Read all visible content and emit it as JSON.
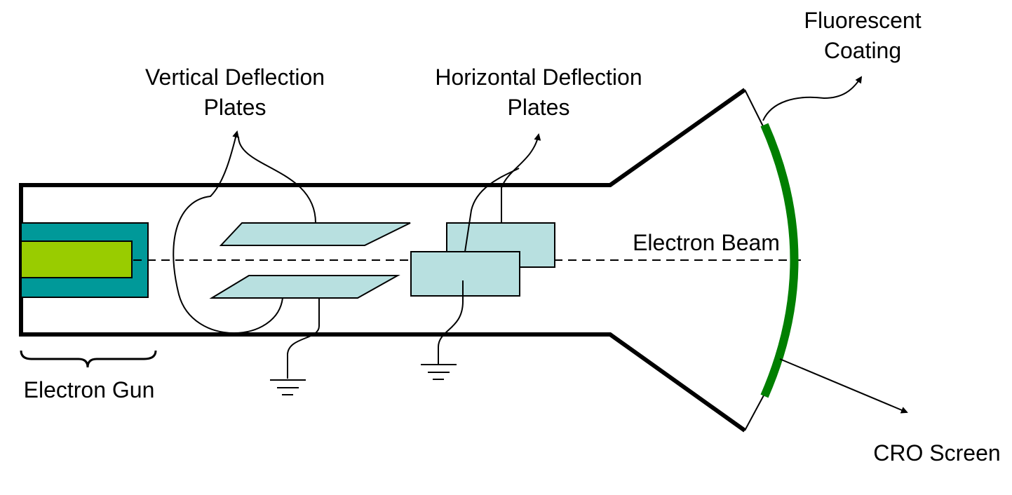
{
  "labels": {
    "fluorescent_coating_line1": "Fluorescent",
    "fluorescent_coating_line2": "Coating",
    "vertical_plates_line1": "Vertical Deflection",
    "vertical_plates_line2": "Plates",
    "horizontal_plates_line1": "Horizontal Deflection",
    "horizontal_plates_line2": "Plates",
    "electron_beam": "Electron Beam",
    "electron_gun": "Electron Gun",
    "cro_screen": "CRO Screen"
  },
  "colors": {
    "gun_outer": "#009999",
    "gun_inner": "#99cc00",
    "plates": "#b8e0e0",
    "screen_coating": "#007f00",
    "outline": "#000000"
  }
}
